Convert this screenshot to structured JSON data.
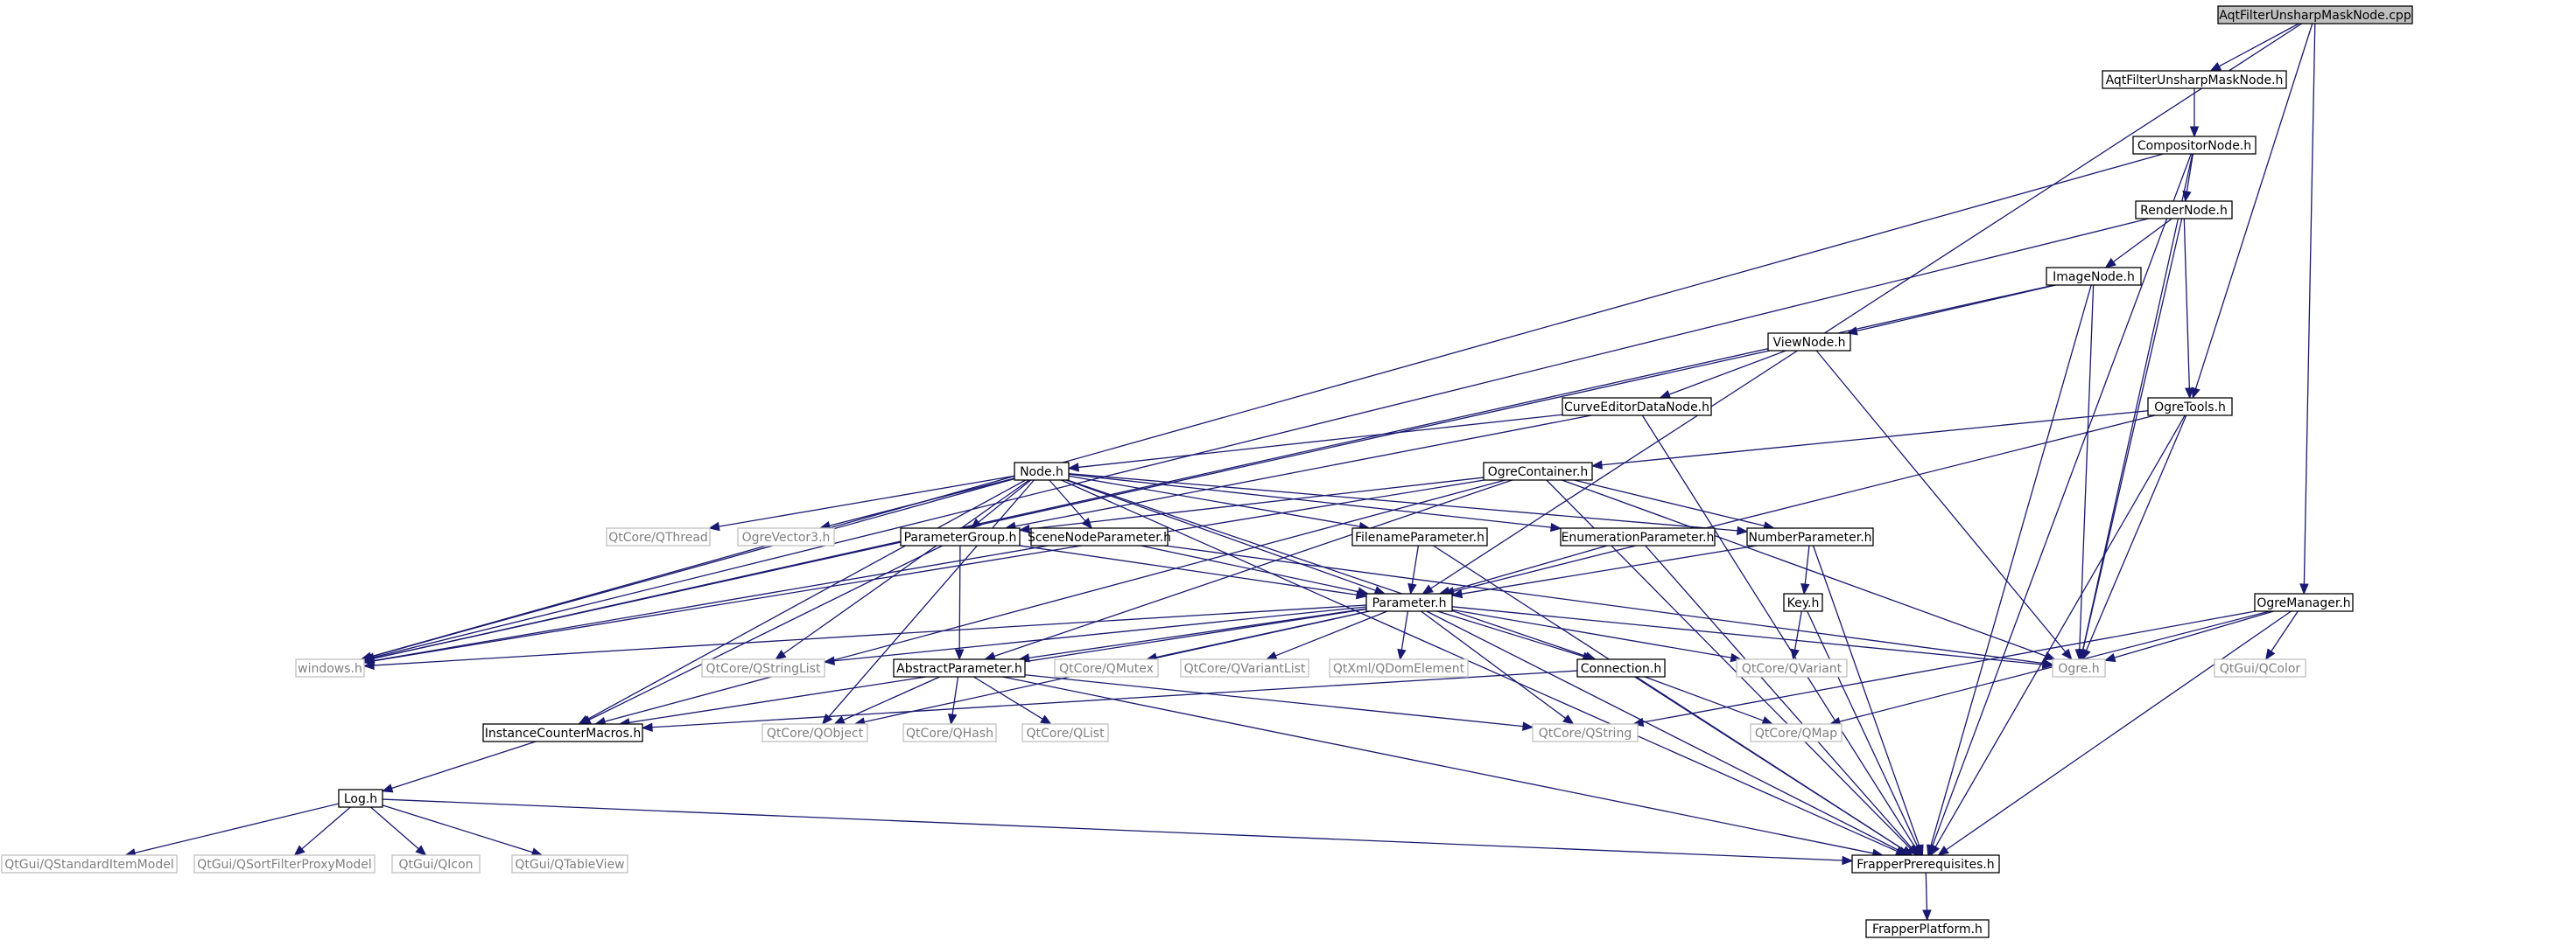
{
  "diagram": {
    "nodes": [
      {
        "id": "root",
        "label": "AqtFilterUnsharpMaskNode.cpp",
        "style": "root"
      },
      {
        "id": "aqtH",
        "label": "AqtFilterUnsharpMaskNode.h",
        "style": "normal"
      },
      {
        "id": "compositor",
        "label": "CompositorNode.h",
        "style": "normal"
      },
      {
        "id": "render",
        "label": "RenderNode.h",
        "style": "normal"
      },
      {
        "id": "image",
        "label": "ImageNode.h",
        "style": "normal"
      },
      {
        "id": "view",
        "label": "ViewNode.h",
        "style": "normal"
      },
      {
        "id": "curve",
        "label": "CurveEditorDataNode.h",
        "style": "normal"
      },
      {
        "id": "ogretools",
        "label": "OgreTools.h",
        "style": "normal"
      },
      {
        "id": "node",
        "label": "Node.h",
        "style": "normal"
      },
      {
        "id": "ogrecont",
        "label": "OgreContainer.h",
        "style": "normal"
      },
      {
        "id": "qthread",
        "label": "QtCore/QThread",
        "style": "external"
      },
      {
        "id": "vec3",
        "label": "OgreVector3.h",
        "style": "external"
      },
      {
        "id": "pgroup",
        "label": "ParameterGroup.h",
        "style": "normal"
      },
      {
        "id": "snparam",
        "label": "SceneNodeParameter.h",
        "style": "normal"
      },
      {
        "id": "fnparam",
        "label": "FilenameParameter.h",
        "style": "normal"
      },
      {
        "id": "enparam",
        "label": "EnumerationParameter.h",
        "style": "normal"
      },
      {
        "id": "numparam",
        "label": "NumberParameter.h",
        "style": "normal"
      },
      {
        "id": "ogremgr",
        "label": "OgreManager.h",
        "style": "normal"
      },
      {
        "id": "param",
        "label": "Parameter.h",
        "style": "normal"
      },
      {
        "id": "key",
        "label": "Key.h",
        "style": "normal"
      },
      {
        "id": "windows",
        "label": "windows.h",
        "style": "external"
      },
      {
        "id": "qsl",
        "label": "QtCore/QStringList",
        "style": "external"
      },
      {
        "id": "absparam",
        "label": "AbstractParameter.h",
        "style": "normal"
      },
      {
        "id": "qmutex",
        "label": "QtCore/QMutex",
        "style": "external"
      },
      {
        "id": "qvl",
        "label": "QtCore/QVariantList",
        "style": "external"
      },
      {
        "id": "qdom",
        "label": "QtXml/QDomElement",
        "style": "external"
      },
      {
        "id": "conn",
        "label": "Connection.h",
        "style": "normal"
      },
      {
        "id": "qvariant",
        "label": "QtCore/QVariant",
        "style": "external"
      },
      {
        "id": "ogreh",
        "label": "Ogre.h",
        "style": "external"
      },
      {
        "id": "qcolor",
        "label": "QtGui/QColor",
        "style": "external"
      },
      {
        "id": "icm",
        "label": "InstanceCounterMacros.h",
        "style": "normal"
      },
      {
        "id": "qobject",
        "label": "QtCore/QObject",
        "style": "external"
      },
      {
        "id": "qhash",
        "label": "QtCore/QHash",
        "style": "external"
      },
      {
        "id": "qlist",
        "label": "QtCore/QList",
        "style": "external"
      },
      {
        "id": "qstring",
        "label": "QtCore/QString",
        "style": "external"
      },
      {
        "id": "qmap",
        "label": "QtCore/QMap",
        "style": "external"
      },
      {
        "id": "log",
        "label": "Log.h",
        "style": "normal"
      },
      {
        "id": "qsim",
        "label": "QtGui/QStandardItemModel",
        "style": "external"
      },
      {
        "id": "qsfpm",
        "label": "QtGui/QSortFilterProxyModel",
        "style": "external"
      },
      {
        "id": "qicon",
        "label": "QtGui/QIcon",
        "style": "external"
      },
      {
        "id": "qtv",
        "label": "QtGui/QTableView",
        "style": "external"
      },
      {
        "id": "fprereq",
        "label": "FrapperPrerequisites.h",
        "style": "normal"
      },
      {
        "id": "fplat",
        "label": "FrapperPlatform.h",
        "style": "normal"
      }
    ],
    "edges": [
      [
        "root",
        "aqtH"
      ],
      [
        "root",
        "ogretools"
      ],
      [
        "root",
        "param"
      ],
      [
        "root",
        "ogremgr"
      ],
      [
        "aqtH",
        "compositor"
      ],
      [
        "compositor",
        "windows"
      ],
      [
        "compositor",
        "render"
      ],
      [
        "compositor",
        "ogreh"
      ],
      [
        "compositor",
        "fprereq"
      ],
      [
        "render",
        "windows"
      ],
      [
        "render",
        "image"
      ],
      [
        "render",
        "ogretools"
      ],
      [
        "render",
        "ogreh"
      ],
      [
        "image",
        "windows"
      ],
      [
        "image",
        "view"
      ],
      [
        "image",
        "ogreh"
      ],
      [
        "image",
        "fprereq"
      ],
      [
        "view",
        "windows"
      ],
      [
        "view",
        "curve"
      ],
      [
        "view",
        "ogreh"
      ],
      [
        "curve",
        "node"
      ],
      [
        "curve",
        "pgroup"
      ],
      [
        "curve",
        "fprereq"
      ],
      [
        "ogretools",
        "ogrecont"
      ],
      [
        "ogretools",
        "param"
      ],
      [
        "ogretools",
        "ogreh"
      ],
      [
        "ogretools",
        "fprereq"
      ],
      [
        "node",
        "qthread"
      ],
      [
        "node",
        "vec3"
      ],
      [
        "node",
        "pgroup"
      ],
      [
        "node",
        "snparam"
      ],
      [
        "node",
        "fnparam"
      ],
      [
        "node",
        "enparam"
      ],
      [
        "node",
        "numparam"
      ],
      [
        "node",
        "param"
      ],
      [
        "node",
        "conn"
      ],
      [
        "node",
        "qsl"
      ],
      [
        "node",
        "qobject"
      ],
      [
        "node",
        "icm"
      ],
      [
        "node",
        "fprereq"
      ],
      [
        "node",
        "windows"
      ],
      [
        "ogrecont",
        "pgroup"
      ],
      [
        "ogrecont",
        "numparam"
      ],
      [
        "ogrecont",
        "absparam"
      ],
      [
        "ogrecont",
        "ogreh"
      ],
      [
        "ogrecont",
        "icm"
      ],
      [
        "ogrecont",
        "windows"
      ],
      [
        "ogrecont",
        "fprereq"
      ],
      [
        "pgroup",
        "absparam"
      ],
      [
        "pgroup",
        "param"
      ],
      [
        "pgroup",
        "icm"
      ],
      [
        "snparam",
        "param"
      ],
      [
        "snparam",
        "windows"
      ],
      [
        "snparam",
        "ogreh"
      ],
      [
        "fnparam",
        "param"
      ],
      [
        "fnparam",
        "fprereq"
      ],
      [
        "enparam",
        "param"
      ],
      [
        "enparam",
        "fprereq"
      ],
      [
        "numparam",
        "param"
      ],
      [
        "numparam",
        "key"
      ],
      [
        "numparam",
        "fprereq"
      ],
      [
        "param",
        "windows"
      ],
      [
        "param",
        "qsl"
      ],
      [
        "param",
        "absparam"
      ],
      [
        "param",
        "qmutex"
      ],
      [
        "param",
        "qvl"
      ],
      [
        "param",
        "qdom"
      ],
      [
        "param",
        "conn"
      ],
      [
        "param",
        "qvariant"
      ],
      [
        "param",
        "ogreh"
      ],
      [
        "param",
        "icm"
      ],
      [
        "param",
        "qobject"
      ],
      [
        "param",
        "qstring"
      ],
      [
        "param",
        "fprereq"
      ],
      [
        "key",
        "qvariant"
      ],
      [
        "key",
        "fprereq"
      ],
      [
        "ogremgr",
        "ogreh"
      ],
      [
        "ogremgr",
        "qcolor"
      ],
      [
        "ogremgr",
        "qmap"
      ],
      [
        "ogremgr",
        "qstring"
      ],
      [
        "ogremgr",
        "fprereq"
      ],
      [
        "absparam",
        "qobject"
      ],
      [
        "absparam",
        "qhash"
      ],
      [
        "absparam",
        "qlist"
      ],
      [
        "absparam",
        "qstring"
      ],
      [
        "absparam",
        "fprereq"
      ],
      [
        "conn",
        "icm"
      ],
      [
        "conn",
        "qmap"
      ],
      [
        "conn",
        "fprereq"
      ],
      [
        "icm",
        "log"
      ],
      [
        "log",
        "qsim"
      ],
      [
        "log",
        "qsfpm"
      ],
      [
        "log",
        "qicon"
      ],
      [
        "log",
        "qtv"
      ],
      [
        "log",
        "fprereq"
      ],
      [
        "fprereq",
        "fplat"
      ]
    ],
    "colors": {
      "edge": "#191970",
      "root_fill": "#bfbfbf",
      "normal_stroke": "#000000",
      "external_stroke": "#bfbfbf",
      "normal_text": "#000000",
      "external_text": "#7f7f7f",
      "background": "#ffffff"
    }
  }
}
